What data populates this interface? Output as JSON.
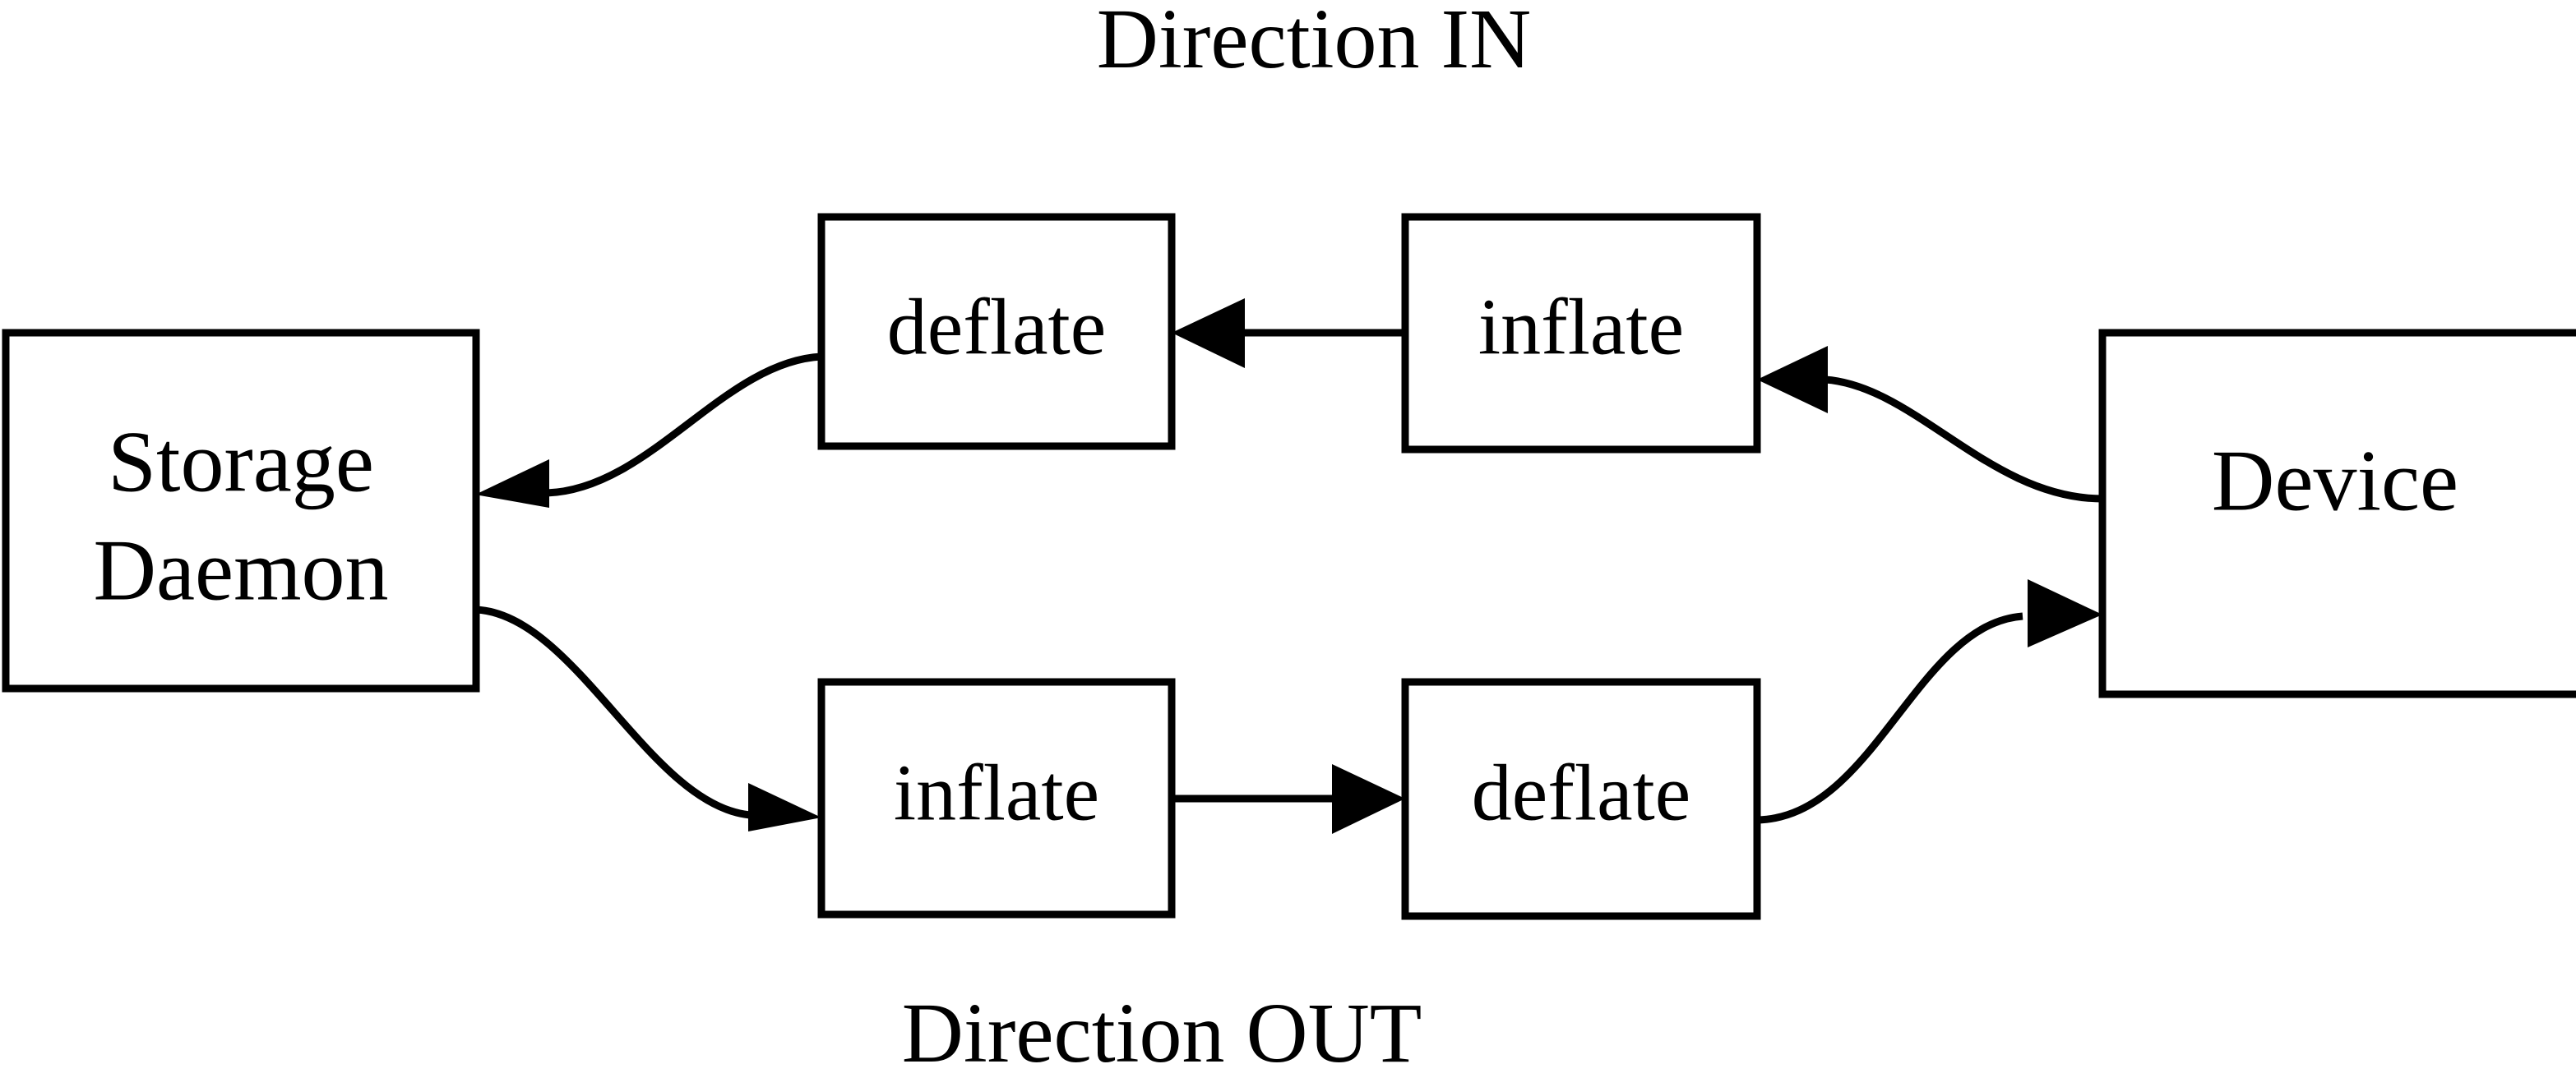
{
  "diagram": {
    "title_top": "Direction IN",
    "title_bottom": "Direction OUT",
    "background_color": "#ffffff",
    "stroke_color": "#000000",
    "nodes": [
      {
        "id": "storage-daemon",
        "label_line1": "Storage",
        "label_line2": "Daemon"
      },
      {
        "id": "deflate-in",
        "label": "deflate"
      },
      {
        "id": "inflate-in",
        "label": "inflate"
      },
      {
        "id": "device",
        "label": "Device"
      },
      {
        "id": "inflate-out",
        "label": "inflate"
      },
      {
        "id": "deflate-out",
        "label": "deflate"
      }
    ],
    "edges": [
      {
        "id": "edge-device-to-inflate-in",
        "from": "device",
        "to": "inflate-in",
        "style": "curved",
        "direction": "left"
      },
      {
        "id": "edge-inflate-in-to-deflate-in",
        "from": "inflate-in",
        "to": "deflate-in",
        "style": "straight",
        "direction": "left"
      },
      {
        "id": "edge-deflate-in-to-storage",
        "from": "deflate-in",
        "to": "storage-daemon",
        "style": "curved",
        "direction": "left"
      },
      {
        "id": "edge-storage-to-inflate-out",
        "from": "storage-daemon",
        "to": "inflate-out",
        "style": "curved",
        "direction": "right"
      },
      {
        "id": "edge-inflate-out-to-deflate-out",
        "from": "inflate-out",
        "to": "deflate-out",
        "style": "straight",
        "direction": "right"
      },
      {
        "id": "edge-deflate-out-to-device",
        "from": "deflate-out",
        "to": "device",
        "style": "curved",
        "direction": "right"
      }
    ]
  }
}
